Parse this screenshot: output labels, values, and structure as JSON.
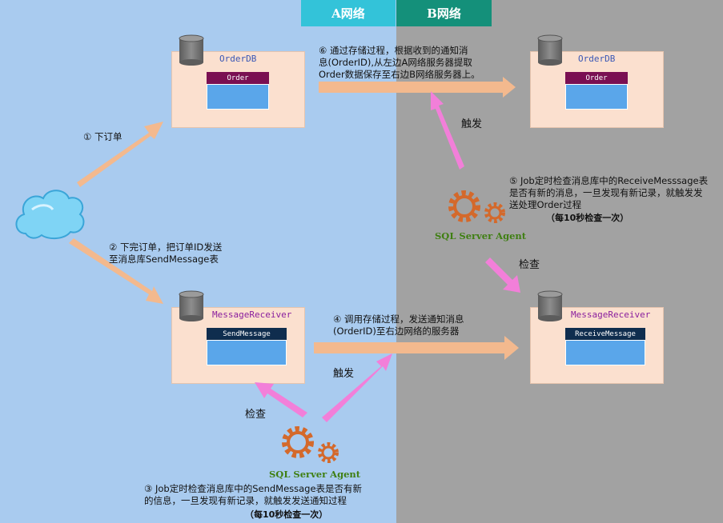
{
  "tabs": {
    "a": "A网络",
    "b": "B网络"
  },
  "servers": {
    "order_left": {
      "db": "OrderDB",
      "table": "Order"
    },
    "order_right": {
      "db": "OrderDB",
      "table": "Order"
    },
    "msg_left": {
      "db": "MessageReceiver",
      "table": "SendMessage"
    },
    "msg_right": {
      "db": "MessageReceiver",
      "table": "ReceiveMessage"
    }
  },
  "steps": {
    "s1": "① 下订单",
    "s2_line1": "② 下完订单，把订单ID发送",
    "s2_line2": "至消息库SendMessage表",
    "s3_line1": "③ Job定时检查消息库中的SendMessage表是否有新",
    "s3_line2": "的信息，一旦发现有新记录，就触发发送通知过程",
    "s3_note": "（每10秒检查一次）",
    "s4_line1": "④ 调用存储过程，发送通知消息",
    "s4_line2": "(OrderID)至右边网络的服务器",
    "s5_line1": "⑤ Job定时检查消息库中的ReceiveMesssage表",
    "s5_line2": "是否有新的消息，一旦发现有新记录，就触发发",
    "s5_line3": "送处理Order过程",
    "s5_note": "（每10秒检查一次）",
    "s6_line1": "⑥ 通过存储过程，根据收到的通知消",
    "s6_line2": "息(OrderID),从左边A网络服务器提取",
    "s6_line3": "Order数据保存至右边B网络服务器上。"
  },
  "labels": {
    "trigger_left": "触发",
    "check_left": "检查",
    "trigger_right": "触发",
    "check_right": "检查",
    "agent_left": "SQL Server Agent",
    "agent_right": "SQL Server Agent"
  },
  "colors": {
    "left_bg": "#a9cbef",
    "right_bg": "#a2a2a2",
    "orange_arrow": "#f3b98e",
    "pink_arrow": "#f27fd9",
    "order_head": "#7a0f52",
    "msg_head": "#0f2d4e",
    "table_body": "#5aa6ea",
    "server_fill": "#fbe0cf"
  }
}
